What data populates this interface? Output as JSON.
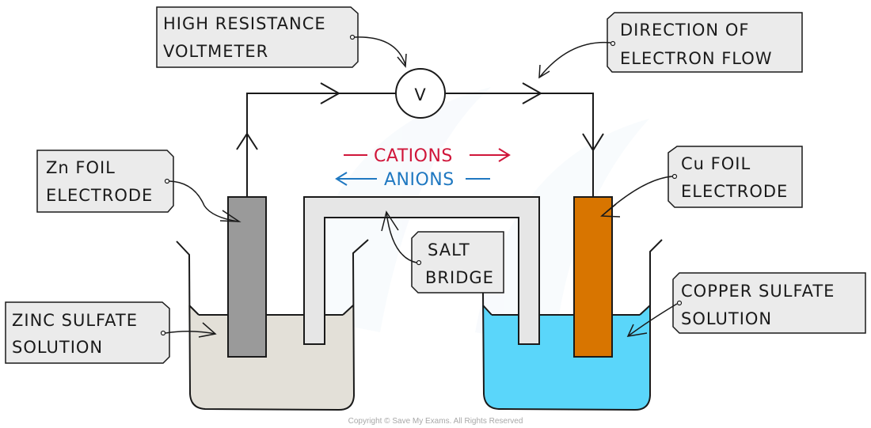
{
  "diagram": {
    "title": "Electrochemical cell (Daniell cell) with salt bridge",
    "colors": {
      "zinc_electrode": "#9a9a9a",
      "copper_electrode": "#d87500",
      "zinc_solution": "#e3e0d8",
      "copper_solution": "#5ad6fa",
      "salt_bridge": "#e6e6e6",
      "label_box": "#ebebeb",
      "cations": "#d0163a",
      "anions": "#1f78c1"
    },
    "labels": {
      "voltmeter": [
        "HIGH RESISTANCE",
        "VOLTMETER"
      ],
      "electron_flow": [
        "DIRECTION OF",
        "ELECTRON FLOW"
      ],
      "zn_electrode": [
        "Zn FOIL",
        "ELECTRODE"
      ],
      "cu_electrode": [
        "Cu FOIL",
        "ELECTRODE"
      ],
      "salt_bridge": [
        "SALT",
        "BRIDGE"
      ],
      "zinc_solution": [
        "ZINC SULFATE",
        "SOLUTION"
      ],
      "copper_solution": [
        "COPPER SULFATE",
        "SOLUTION"
      ]
    },
    "voltmeter_symbol": "V",
    "ions": {
      "cations": "CATIONS",
      "cations_direction": "right",
      "anions": "ANIONS",
      "anions_direction": "left"
    },
    "electron_flow_direction": "clockwise: up from Zn, across through V, down into Cu",
    "copyright": "Copyright © Save My Exams. All Rights Reserved"
  }
}
